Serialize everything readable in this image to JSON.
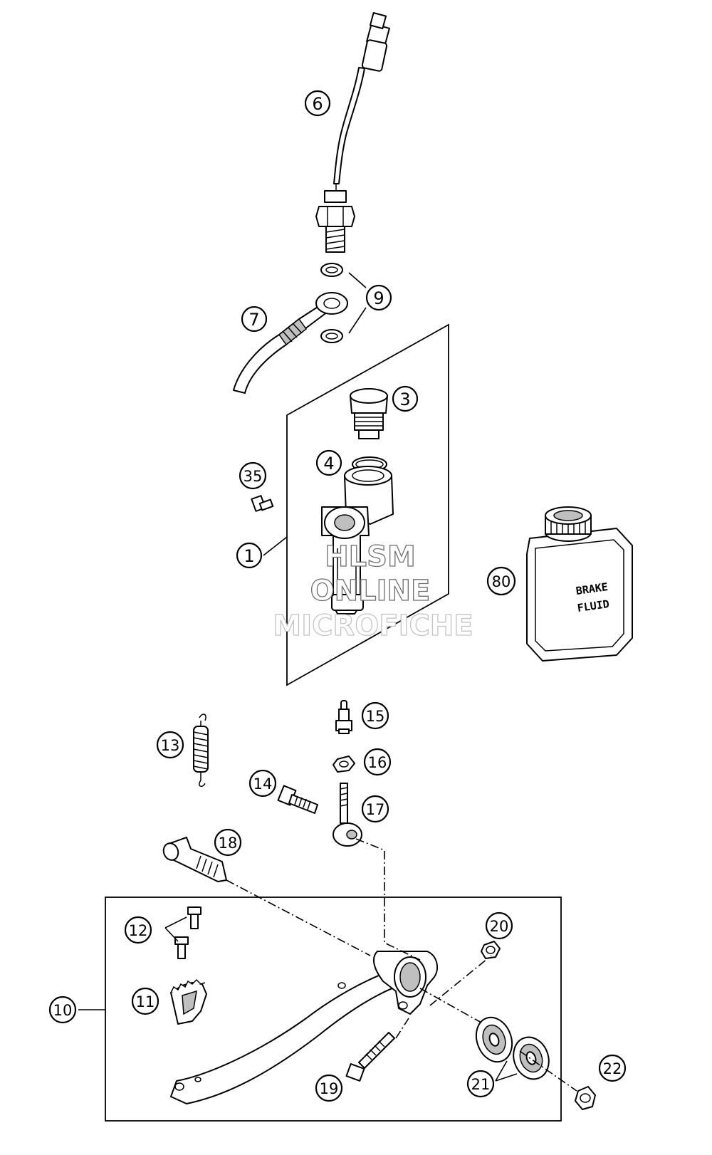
{
  "watermark": {
    "line1": "HLSM",
    "line2": "ONLINE",
    "line3": "MICROFICHE"
  },
  "can_label": {
    "line1": "BRAKE",
    "line2": "FLUID"
  },
  "callouts": [
    {
      "id": "callout-6",
      "number": "6"
    },
    {
      "id": "callout-9",
      "number": "9"
    },
    {
      "id": "callout-7",
      "number": "7"
    },
    {
      "id": "callout-3",
      "number": "3"
    },
    {
      "id": "callout-4",
      "number": "4"
    },
    {
      "id": "callout-35",
      "number": "35"
    },
    {
      "id": "callout-1",
      "number": "1"
    },
    {
      "id": "callout-80",
      "number": "80"
    },
    {
      "id": "callout-15",
      "number": "15"
    },
    {
      "id": "callout-13",
      "number": "13"
    },
    {
      "id": "callout-16",
      "number": "16"
    },
    {
      "id": "callout-14",
      "number": "14"
    },
    {
      "id": "callout-17",
      "number": "17"
    },
    {
      "id": "callout-18",
      "number": "18"
    },
    {
      "id": "callout-20",
      "number": "20"
    },
    {
      "id": "callout-12",
      "number": "12"
    },
    {
      "id": "callout-11",
      "number": "11"
    },
    {
      "id": "callout-10",
      "number": "10"
    },
    {
      "id": "callout-22",
      "number": "22"
    },
    {
      "id": "callout-21",
      "number": "21"
    },
    {
      "id": "callout-19",
      "number": "19"
    }
  ]
}
